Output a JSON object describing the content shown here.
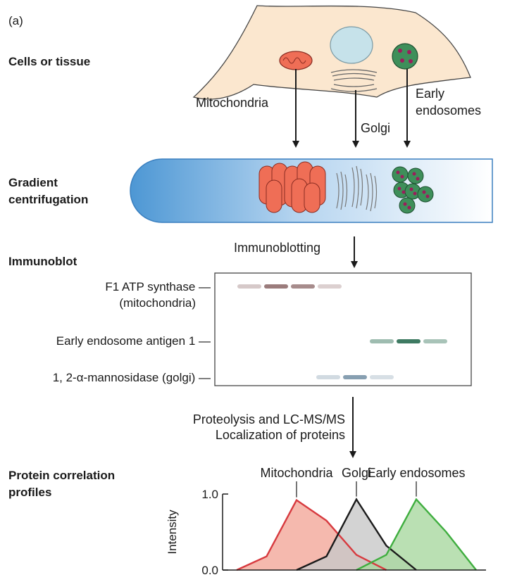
{
  "panel": "(a)",
  "sections": {
    "cells": "Cells or tissue",
    "gradient_line1": "Gradient",
    "gradient_line2": "centrifugation",
    "immunoblot": "Immunoblot",
    "profiles_line1": "Protein correlation",
    "profiles_line2": "profiles"
  },
  "cell_labels": {
    "mitochondria": "Mitochondria",
    "golgi": "Golgi",
    "endosomes_line1": "Early",
    "endosomes_line2": "endosomes"
  },
  "steps": {
    "immunoblotting": "Immunoblotting",
    "proteolysis": "Proteolysis and LC-MS/MS",
    "localization": "Localization of proteins"
  },
  "bands": [
    {
      "label_line1": "F1 ATP synthase —",
      "label_line2": "(mitochondria)",
      "color": "#8a6565"
    },
    {
      "label_line1": "Early endosome antigen 1 —",
      "color": "#3e7a62"
    },
    {
      "label_line1": "1, 2-α-mannosidase (golgi) —",
      "color": "#7a95a8"
    }
  ],
  "chart_data": {
    "type": "area",
    "ylabel": "Intensity",
    "y_ticks": [
      "1.0",
      "0.0"
    ],
    "ylim": [
      0,
      1
    ],
    "x": [
      1,
      2,
      3,
      4,
      5,
      6,
      7,
      8,
      9,
      10,
      11
    ],
    "series": [
      {
        "name": "Mitochondria",
        "color": "#d73a3f",
        "fill": "#f3a89a",
        "points": [
          [
            1,
            0
          ],
          [
            2,
            0.18
          ],
          [
            3,
            0.92
          ],
          [
            4,
            0.65
          ],
          [
            5,
            0.2
          ],
          [
            6,
            0
          ]
        ]
      },
      {
        "name": "Golgi",
        "color": "#1a1a1a",
        "fill": "#c8c8c8",
        "points": [
          [
            3,
            0
          ],
          [
            4,
            0.18
          ],
          [
            5,
            0.93
          ],
          [
            6,
            0.32
          ],
          [
            7,
            0
          ]
        ]
      },
      {
        "name": "Early endosomes",
        "color": "#3fae3f",
        "fill": "#a9d8a0",
        "points": [
          [
            5,
            0
          ],
          [
            6,
            0.2
          ],
          [
            7,
            0.93
          ],
          [
            8,
            0.5
          ],
          [
            9,
            0
          ]
        ]
      }
    ]
  }
}
